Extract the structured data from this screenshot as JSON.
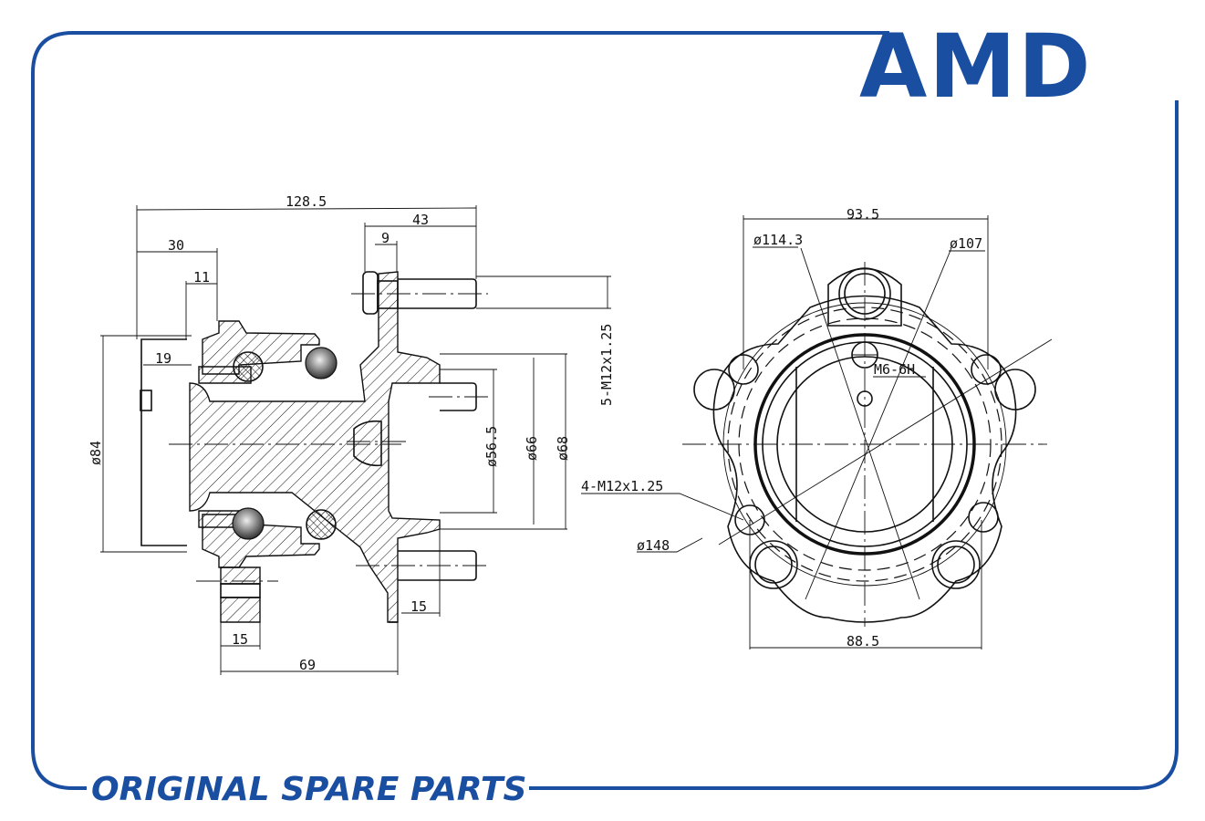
{
  "brand": {
    "logo": "AMD",
    "tagline": "ORIGINAL SPARE PARTS",
    "color": "#1a4ea0"
  },
  "side_view": {
    "overall_length": "128.5",
    "flange_to_stud_end": "43",
    "flange_thickness": "9",
    "cap_to_flange": "30",
    "seal_width": "11",
    "cap_depth": "19",
    "cap_diameter": "ø84",
    "stud_thread": "5-M12x1.25",
    "pilot_diameter": "ø56.5",
    "pilot_outer_diameter": "ø66",
    "hub_diameter": "ø68",
    "pilot_length": "15",
    "mount_ear_width": "15",
    "mount_to_flange": "69"
  },
  "front_view": {
    "hole_spacing_top": "93.5",
    "stud_pcd": "ø114.3",
    "mount_pcd": "ø107",
    "sensor_thread": "M6-6H",
    "mount_thread": "4-M12x1.25",
    "flange_diameter": "ø148",
    "hole_spacing_bottom": "88.5"
  }
}
